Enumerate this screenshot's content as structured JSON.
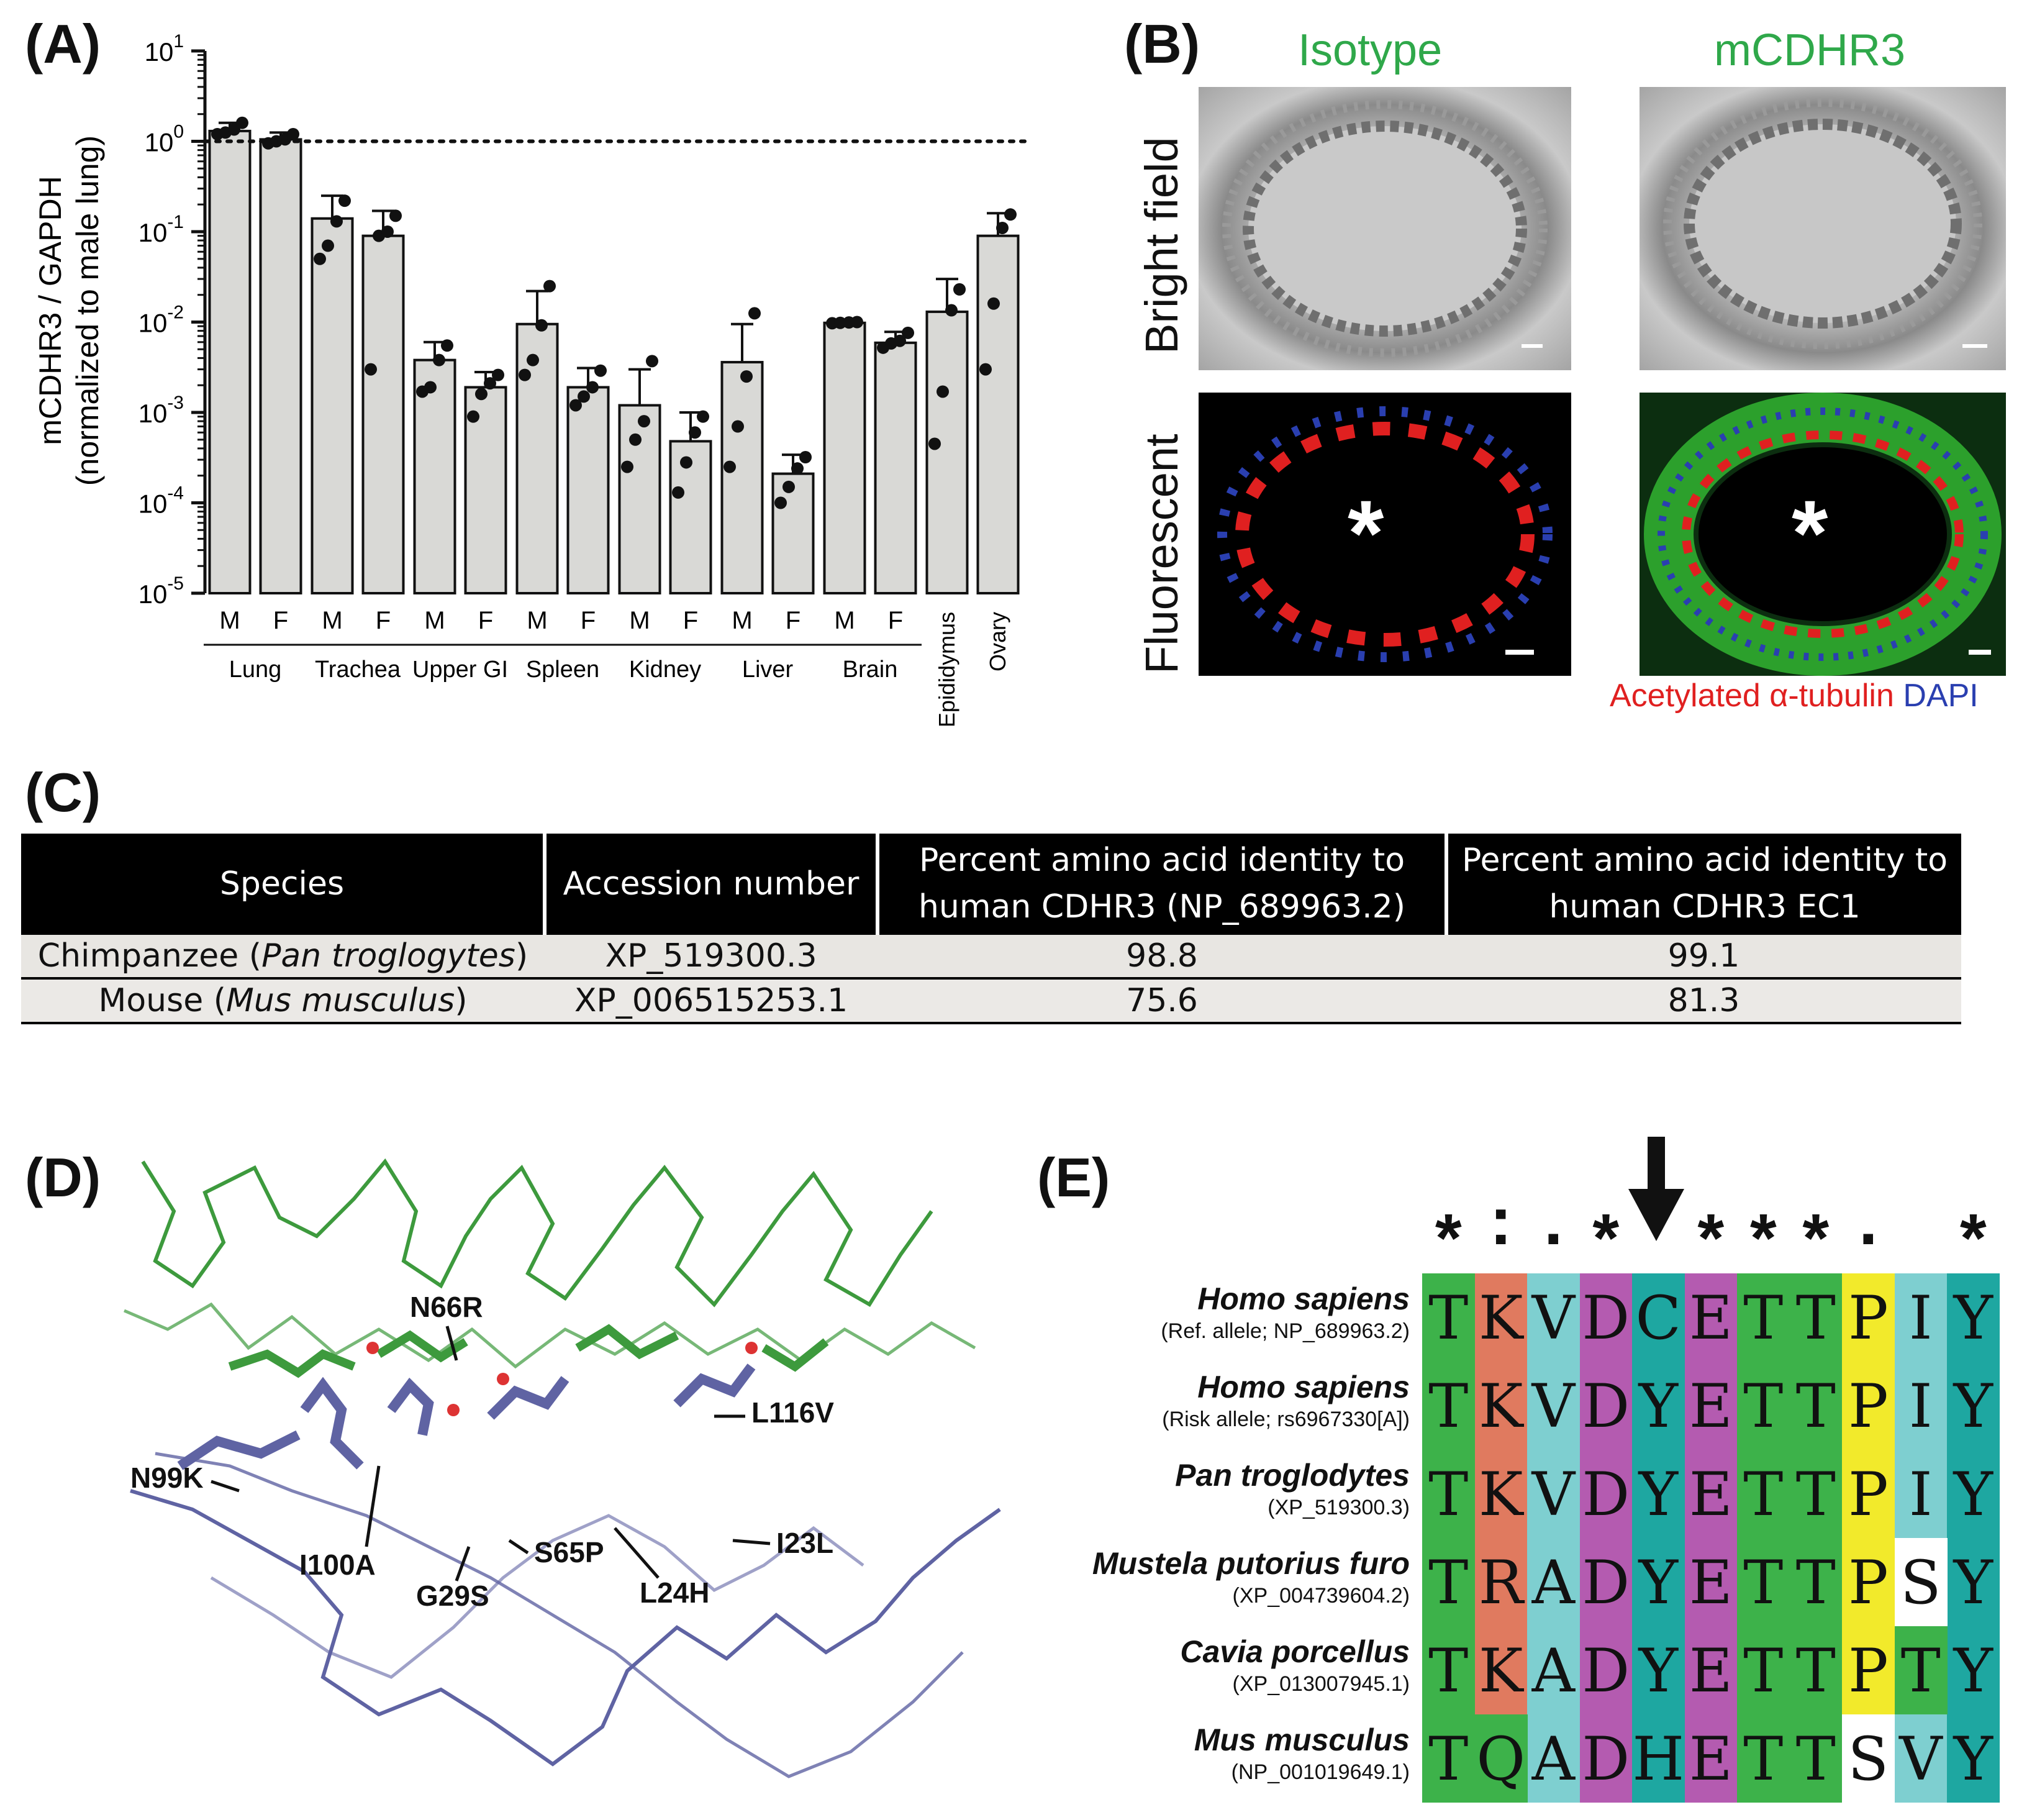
{
  "panels": {
    "a": "(A)",
    "b": "(B)",
    "c": "(C)",
    "d": "(D)",
    "e": "(E)"
  },
  "chart_data": {
    "type": "bar",
    "ylabel": "mCDHR3 / GAPDH",
    "ylabel2": "(normalized to male lung)",
    "yscale": "log",
    "ylim": [
      1e-05,
      10
    ],
    "yticks": [
      {
        "exp": "1",
        "value": 10
      },
      {
        "exp": "0",
        "value": 1
      },
      {
        "exp": "-1",
        "value": 0.1
      },
      {
        "exp": "-2",
        "value": 0.01
      },
      {
        "exp": "-3",
        "value": 0.001
      },
      {
        "exp": "-4",
        "value": 0.0001
      },
      {
        "exp": "-5",
        "value": 1e-05
      }
    ],
    "reference_line": 1,
    "bars": [
      {
        "sex": "M",
        "value": 1.3,
        "err": 1.6,
        "points": [
          1.2,
          1.25,
          1.35,
          1.6
        ]
      },
      {
        "sex": "F",
        "value": 1.05,
        "err": 1.25,
        "points": [
          0.95,
          1.0,
          1.05,
          1.2
        ]
      },
      {
        "sex": "M",
        "value": 0.14,
        "err": 0.25,
        "points": [
          0.05,
          0.07,
          0.13,
          0.22
        ]
      },
      {
        "sex": "F",
        "value": 0.09,
        "err": 0.17,
        "points": [
          0.003,
          0.09,
          0.1,
          0.15
        ]
      },
      {
        "sex": "M",
        "value": 0.0038,
        "err": 0.006,
        "points": [
          0.0017,
          0.0019,
          0.0038,
          0.0055
        ]
      },
      {
        "sex": "F",
        "value": 0.0019,
        "err": 0.0028,
        "points": [
          0.0009,
          0.0016,
          0.0021,
          0.0026
        ]
      },
      {
        "sex": "M",
        "value": 0.0095,
        "err": 0.022,
        "points": [
          0.0026,
          0.0038,
          0.0092,
          0.025
        ]
      },
      {
        "sex": "F",
        "value": 0.0019,
        "err": 0.0031,
        "points": [
          0.0012,
          0.0015,
          0.0019,
          0.0029
        ]
      },
      {
        "sex": "M",
        "value": 0.0012,
        "err": 0.003,
        "points": [
          0.00025,
          0.0005,
          0.0008,
          0.0037
        ]
      },
      {
        "sex": "F",
        "value": 0.00048,
        "err": 0.001,
        "points": [
          0.00013,
          0.00028,
          0.0006,
          0.0009
        ]
      },
      {
        "sex": "M",
        "value": 0.0036,
        "err": 0.0095,
        "points": [
          0.00025,
          0.0007,
          0.0025,
          0.0125
        ]
      },
      {
        "sex": "F",
        "value": 0.00021,
        "err": 0.00034,
        "points": [
          0.0001,
          0.00015,
          0.00024,
          0.00032
        ]
      },
      {
        "sex": "M",
        "value": 0.0098,
        "err": 0.0098,
        "points": [
          0.0097,
          0.0098,
          0.0099,
          0.01
        ]
      },
      {
        "sex": "F",
        "value": 0.0059,
        "err": 0.0078,
        "points": [
          0.0052,
          0.0058,
          0.0062,
          0.0076
        ]
      },
      {
        "sex": "",
        "value": 0.013,
        "err": 0.03,
        "points": [
          0.00045,
          0.0017,
          0.0135,
          0.023
        ]
      },
      {
        "sex": "",
        "value": 0.09,
        "err": 0.16,
        "points": [
          0.003,
          0.016,
          0.11,
          0.155
        ]
      }
    ],
    "groups": [
      {
        "label": "Lung",
        "start": 0,
        "end": 1
      },
      {
        "label": "Trachea",
        "start": 2,
        "end": 3
      },
      {
        "label": "Upper GI",
        "start": 4,
        "end": 5
      },
      {
        "label": "Spleen",
        "start": 6,
        "end": 7
      },
      {
        "label": "Kidney",
        "start": 8,
        "end": 9
      },
      {
        "label": "Liver",
        "start": 10,
        "end": 11
      },
      {
        "label": "Brain",
        "start": 12,
        "end": 13
      }
    ],
    "vertical_labels": [
      {
        "label": "Epididymus",
        "bar": 14
      },
      {
        "label": "Ovary",
        "bar": 15
      }
    ],
    "colors": {
      "bar": "#d9d9d6",
      "edge": "#111111"
    }
  },
  "panel_b": {
    "col1": "Isotype",
    "col2": "mCDHR3",
    "row1": "Bright field",
    "row2": "Fluorescent",
    "asterisk": "*",
    "legend_red": "Acetylated α-tubulin",
    "legend_blue": "DAPI",
    "colors": {
      "heading": "#2fa84a",
      "red": "#e02020",
      "blue": "#2a3fb0",
      "green": "#2ca02c"
    }
  },
  "table": {
    "headers": [
      "Species",
      "Accession number",
      "Percent amino acid identity to human CDHR3 (NP_689963.2)",
      "Percent amino acid identity to human CDHR3 EC1"
    ],
    "header_lines": [
      [
        "Species"
      ],
      [
        "Accession number"
      ],
      [
        "Percent amino acid identity to",
        "human CDHR3 (NP_689963.2)"
      ],
      [
        "Percent amino acid identity to",
        "human CDHR3 EC1"
      ]
    ],
    "rows": [
      {
        "common": "Chimpanzee (",
        "latin": "Pan troglogytes",
        "close": ")",
        "accession": "XP_519300.3",
        "identity": "98.8",
        "ec1": "99.1"
      },
      {
        "common": "Mouse (",
        "latin": "Mus musculus",
        "close": ")",
        "accession": "XP_006515253.1",
        "identity": "75.6",
        "ec1": "81.3"
      }
    ]
  },
  "panel_d": {
    "mutations": [
      "N66R",
      "L116V",
      "N99K",
      "I100A",
      "G29S",
      "S65P",
      "L24H",
      "I23L"
    ],
    "colors": {
      "partner": "#3d9a3d",
      "chain": "#5f63a3"
    }
  },
  "panel_e": {
    "conservation": [
      "*",
      ":",
      ".",
      "*",
      "",
      "*",
      "*",
      "*",
      ".",
      "",
      "*"
    ],
    "arrow_column": 4,
    "sequences": [
      {
        "name": "Homo sapiens",
        "sub": "(Ref. allele; NP_689963.2)",
        "residues": "TKVDCETTPIY"
      },
      {
        "name": "Homo sapiens",
        "sub": "(Risk allele; rs6967330[A])",
        "residues": "TKVDYETTPIY"
      },
      {
        "name": "Pan troglodytes",
        "sub": "(XP_519300.3)",
        "residues": "TKVDYETTPIY"
      },
      {
        "name": "Mustela putorius furo",
        "sub": "(XP_004739604.2)",
        "residues": "TRADYETTPSY"
      },
      {
        "name": "Cavia porcellus",
        "sub": "(XP_013007945.1)",
        "residues": "TKADYETTPTY"
      },
      {
        "name": "Mus musculus",
        "sub": "(NP_001019649.1)",
        "residues": "TQADHETTSVY"
      }
    ],
    "colors": {
      "green": "#3db24a",
      "salmon": "#e07a5f",
      "cyan": "#7ecfd0",
      "magenta": "#b45bb0",
      "teal": "#1ea7a1",
      "yellow": "#f2ea2b",
      "white": "#ffffff"
    }
  }
}
